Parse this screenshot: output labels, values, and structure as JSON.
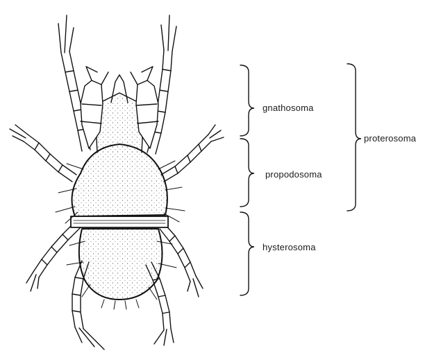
{
  "labels": {
    "gnathosoma": "gnathosoma",
    "propodosoma": "propodosoma",
    "hysterosoma": "hysterosoma",
    "proterosoma": "proterosoma"
  }
}
